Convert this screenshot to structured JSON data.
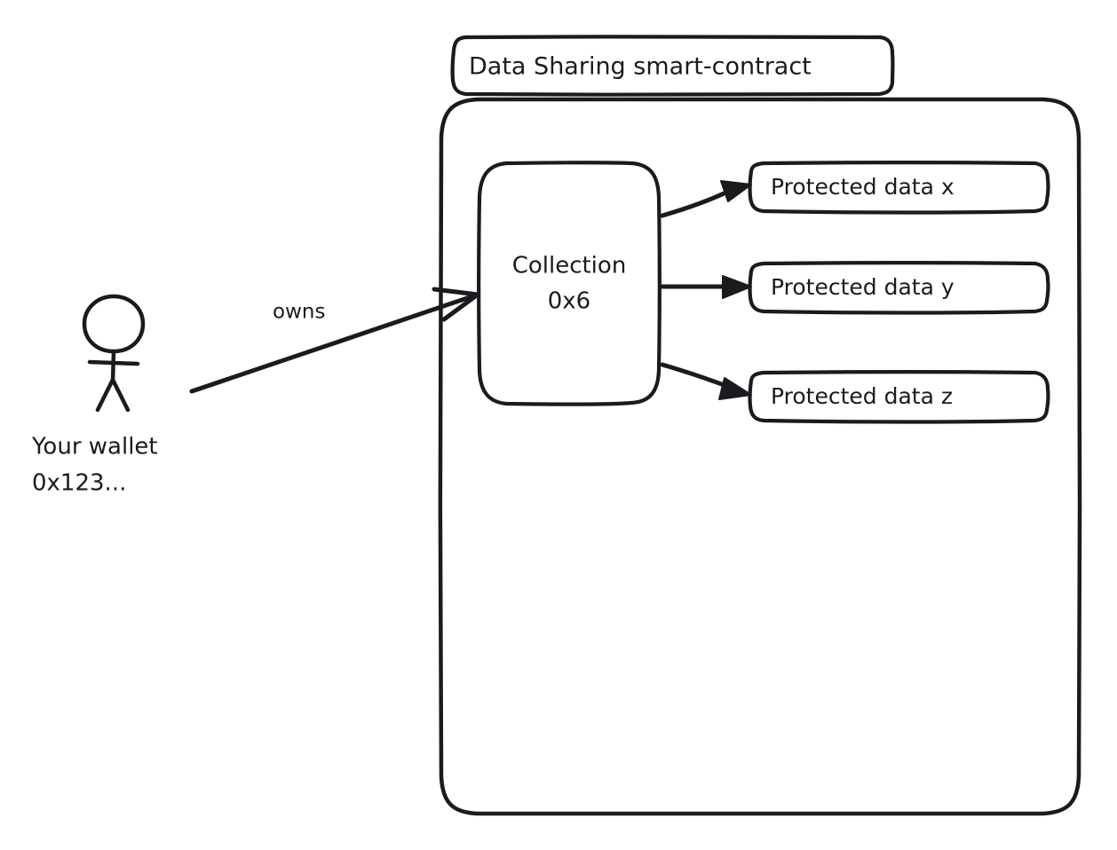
{
  "diagram": {
    "title": "Data Sharing smart-contract",
    "background_color": "#ffffff",
    "stroke_color": "#1b1b1f",
    "style": "hand-drawn sketch"
  },
  "actor": {
    "icon": "stick-figure-person-icon",
    "label_line1": "Your wallet",
    "label_line2": "0x123..."
  },
  "edges": {
    "owns_label": "owns"
  },
  "container": {
    "label": "Data Sharing smart-contract"
  },
  "collection": {
    "line1": "Collection",
    "line2": "0x6"
  },
  "protected_data": [
    {
      "label": "Protected data x"
    },
    {
      "label": "Protected data y"
    },
    {
      "label": "Protected data z"
    }
  ]
}
